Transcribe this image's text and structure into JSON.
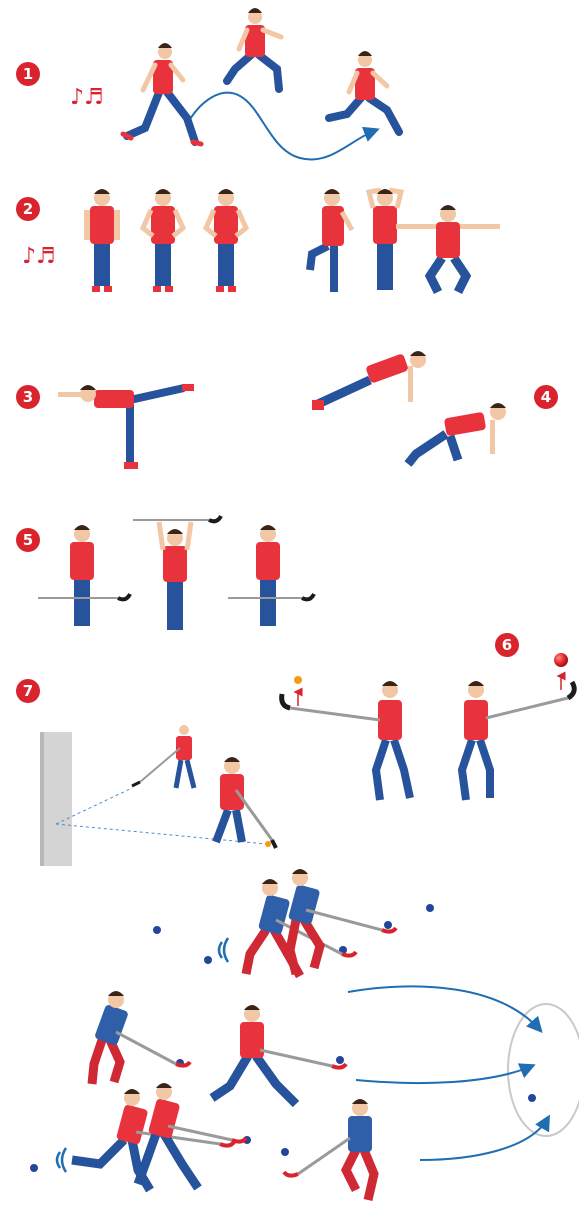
{
  "colors": {
    "accent_red": "#d9242e",
    "shirt_red": "#e8323c",
    "shirt_blue": "#2f5fa8",
    "pants_blue": "#27539c",
    "pants_red": "#cf2a33",
    "skin": "#f2c7a5",
    "hair": "#3a2418",
    "arrow_blue": "#1f6db3",
    "ball_blue": "#23469a",
    "stick_grey": "#9a9a9a",
    "stick_blade": "#1c1c1c",
    "wall_grey": "#d4d4d4",
    "goal_outline": "#c9c9c9"
  },
  "steps": [
    {
      "number": "1"
    },
    {
      "number": "2"
    },
    {
      "number": "3"
    },
    {
      "number": "4"
    },
    {
      "number": "5"
    },
    {
      "number": "6"
    },
    {
      "number": "7"
    }
  ],
  "music_notes": [
    "♪♬",
    "♪♬"
  ],
  "icons": [
    "music-notes-icon",
    "wave-signal-icon",
    "ball-icon",
    "up-arrow-icon",
    "goal-zone-icon"
  ]
}
